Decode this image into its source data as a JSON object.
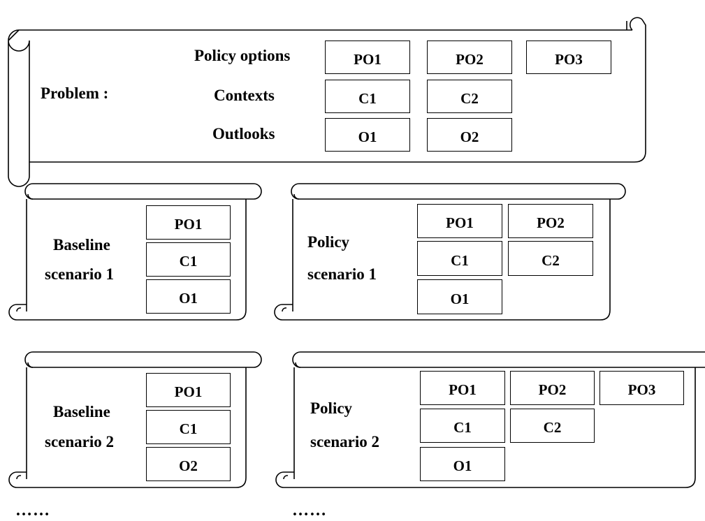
{
  "problem": {
    "label": "Problem :",
    "row_labels": [
      "Policy options",
      "Contexts",
      "Outlooks"
    ],
    "policy_options": [
      "PO1",
      "PO2",
      "PO3"
    ],
    "contexts": [
      "C1",
      "C2"
    ],
    "outlooks": [
      "O1",
      "O2"
    ]
  },
  "baseline_1": {
    "title_line1": "Baseline",
    "title_line2": "scenario 1",
    "po": "PO1",
    "c": "C1",
    "o": "O1"
  },
  "policy_1": {
    "title_line1": "Policy",
    "title_line2": "scenario 1",
    "po": [
      "PO1",
      "PO2"
    ],
    "c": [
      "C1",
      "C2"
    ],
    "o": "O1"
  },
  "baseline_2": {
    "title_line1": "Baseline",
    "title_line2": "scenario 2",
    "po": "PO1",
    "c": "C1",
    "o": "O2"
  },
  "policy_2": {
    "title_line1": "Policy",
    "title_line2": "scenario 2",
    "po": [
      "PO1",
      "PO2",
      "PO3"
    ],
    "c": [
      "C1",
      "C2"
    ],
    "o": "O1"
  },
  "continuation": {
    "left": "……",
    "right": "……"
  }
}
